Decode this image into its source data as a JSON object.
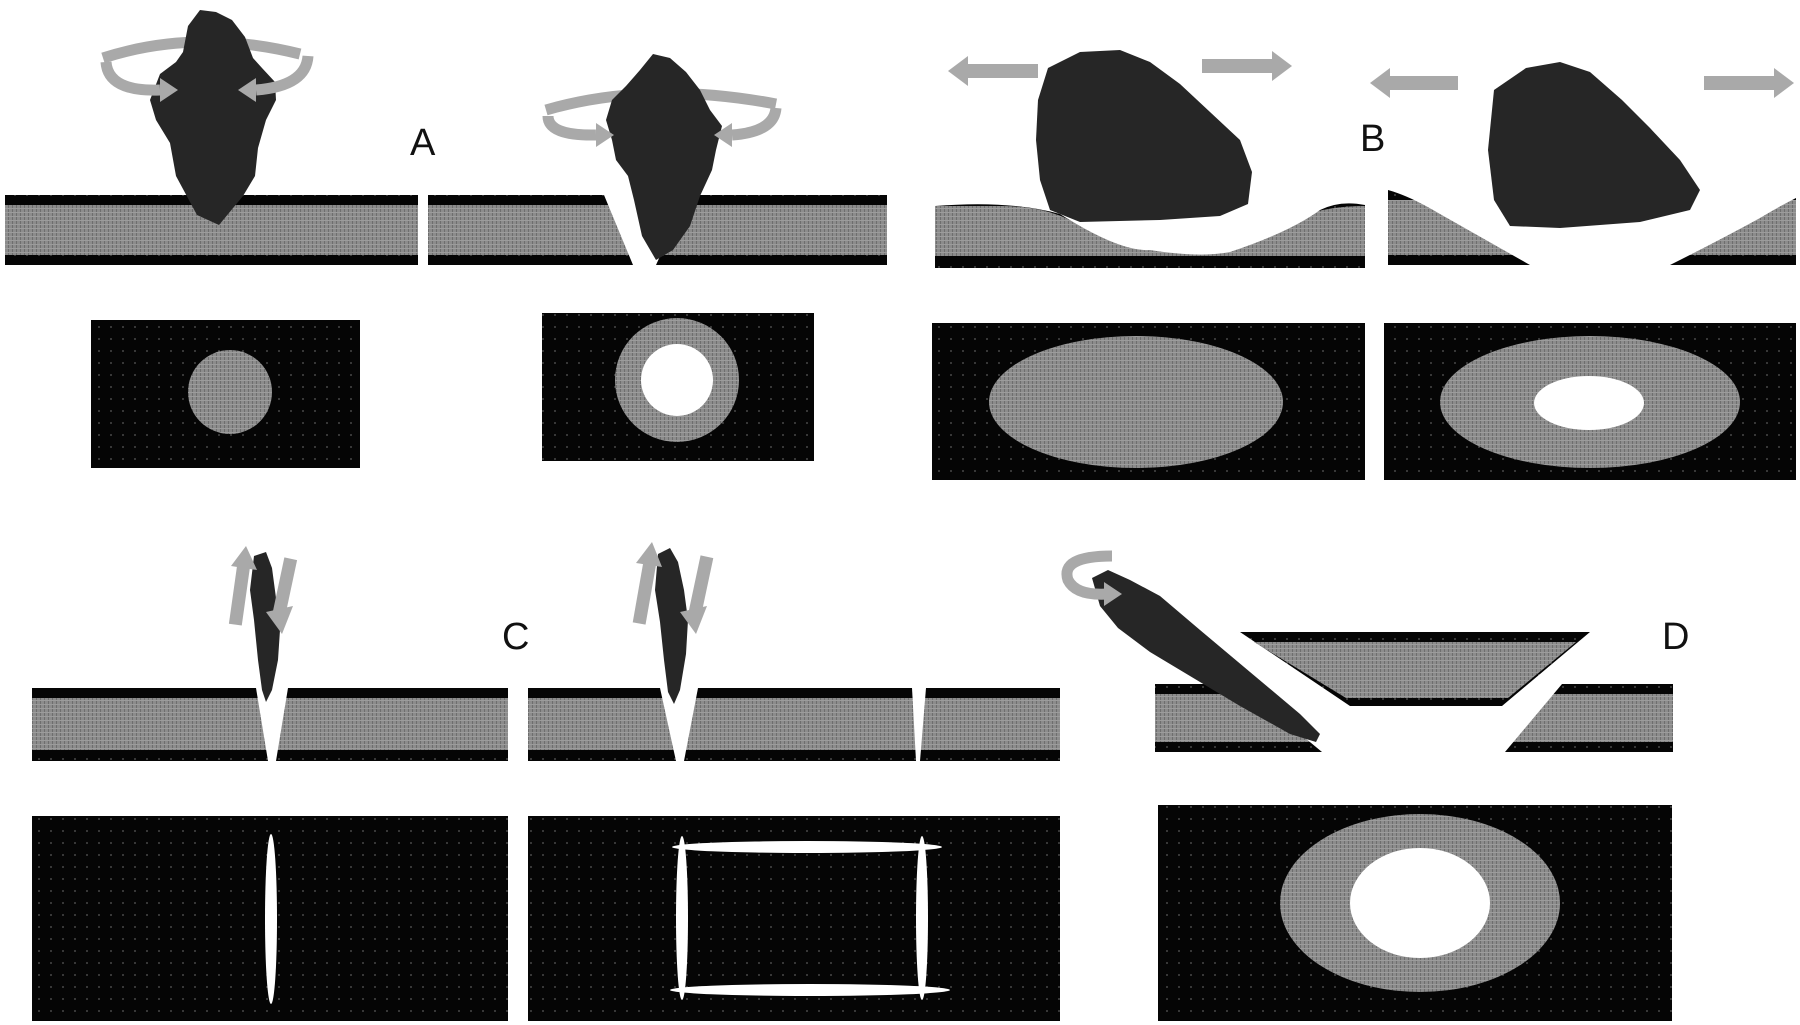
{
  "labels": {
    "a": "A",
    "b": "B",
    "c": "C",
    "d": "D"
  },
  "colors": {
    "background": "#ffffff",
    "stone": "#262626",
    "tissue_black": "#050505",
    "tissue_gray": "#8a8a8a",
    "arrow": "#a9a9a9",
    "hole": "#ffffff",
    "label": "#111111"
  }
}
